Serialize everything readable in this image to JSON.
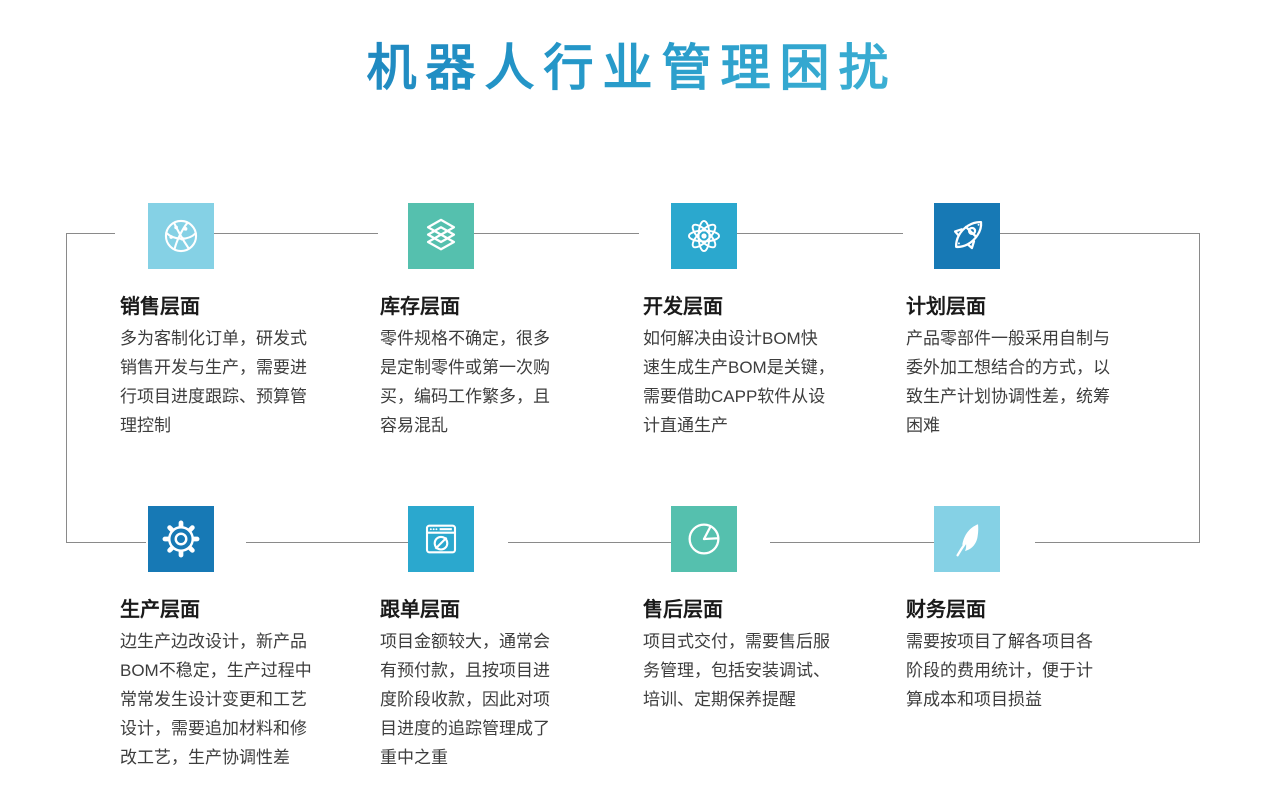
{
  "title": "机器人行业管理困扰",
  "style_tokens": {
    "title_gradient_start": "#1a73b4",
    "title_gradient_end": "#52c6de",
    "connector_color": "#8a8a8a",
    "heading_color": "#1a1a1a",
    "body_color": "#3d3d3d",
    "tile_palette": {
      "lightblue": "#85d1e5",
      "teal": "#55c0ae",
      "cyan": "#2ba8ce",
      "blue": "#1779b5"
    }
  },
  "sections": [
    {
      "id": "sales",
      "title": "销售层面",
      "body": "多为客制化订单，研发式\n销售开发与生产，需要进\n行项目进度跟踪、预算管\n理控制",
      "icon": "globe-network-icon",
      "tile_color": "#85d1e5"
    },
    {
      "id": "inventory",
      "title": "库存层面",
      "body": "零件规格不确定，很多\n是定制零件或第一次购\n买，编码工作繁多，且\n容易混乱",
      "icon": "layers-icon",
      "tile_color": "#55c0ae"
    },
    {
      "id": "development",
      "title": "开发层面",
      "body": "如何解决由设计BOM快\n速生成生产BOM是关键，\n需要借助CAPP软件从设\n计直通生产",
      "icon": "atom-icon",
      "tile_color": "#2ba8ce"
    },
    {
      "id": "planning",
      "title": "计划层面",
      "body": "产品零部件一般采用自制与\n委外加工想结合的方式，以\n致生产计划协调性差，统筹\n困难",
      "icon": "rocket-icon",
      "tile_color": "#1779b5"
    },
    {
      "id": "production",
      "title": "生产层面",
      "body": "边生产边改设计，新产品\nBOM不稳定，生产过程中\n常常发生设计变更和工艺\n设计，需要追加材料和修\n改工艺，生产协调性差",
      "icon": "gear-icon",
      "tile_color": "#1779b5"
    },
    {
      "id": "order-tracking",
      "title": "跟单层面",
      "body": "项目金额较大，通常会\n有预付款，且按项目进\n度阶段收款，因此对项\n目进度的追踪管理成了\n重中之重",
      "icon": "browser-compass-icon",
      "tile_color": "#2ba8ce"
    },
    {
      "id": "after-sales",
      "title": "售后层面",
      "body": "项目式交付，需要售后服\n务管理，包括安装调试、\n培训、定期保养提醒",
      "icon": "pie-chart-icon",
      "tile_color": "#55c0ae"
    },
    {
      "id": "finance",
      "title": "财务层面",
      "body": "需要按项目了解各项目各\n阶段的费用统计，便于计\n算成本和项目损益",
      "icon": "feather-icon",
      "tile_color": "#85d1e5"
    }
  ]
}
